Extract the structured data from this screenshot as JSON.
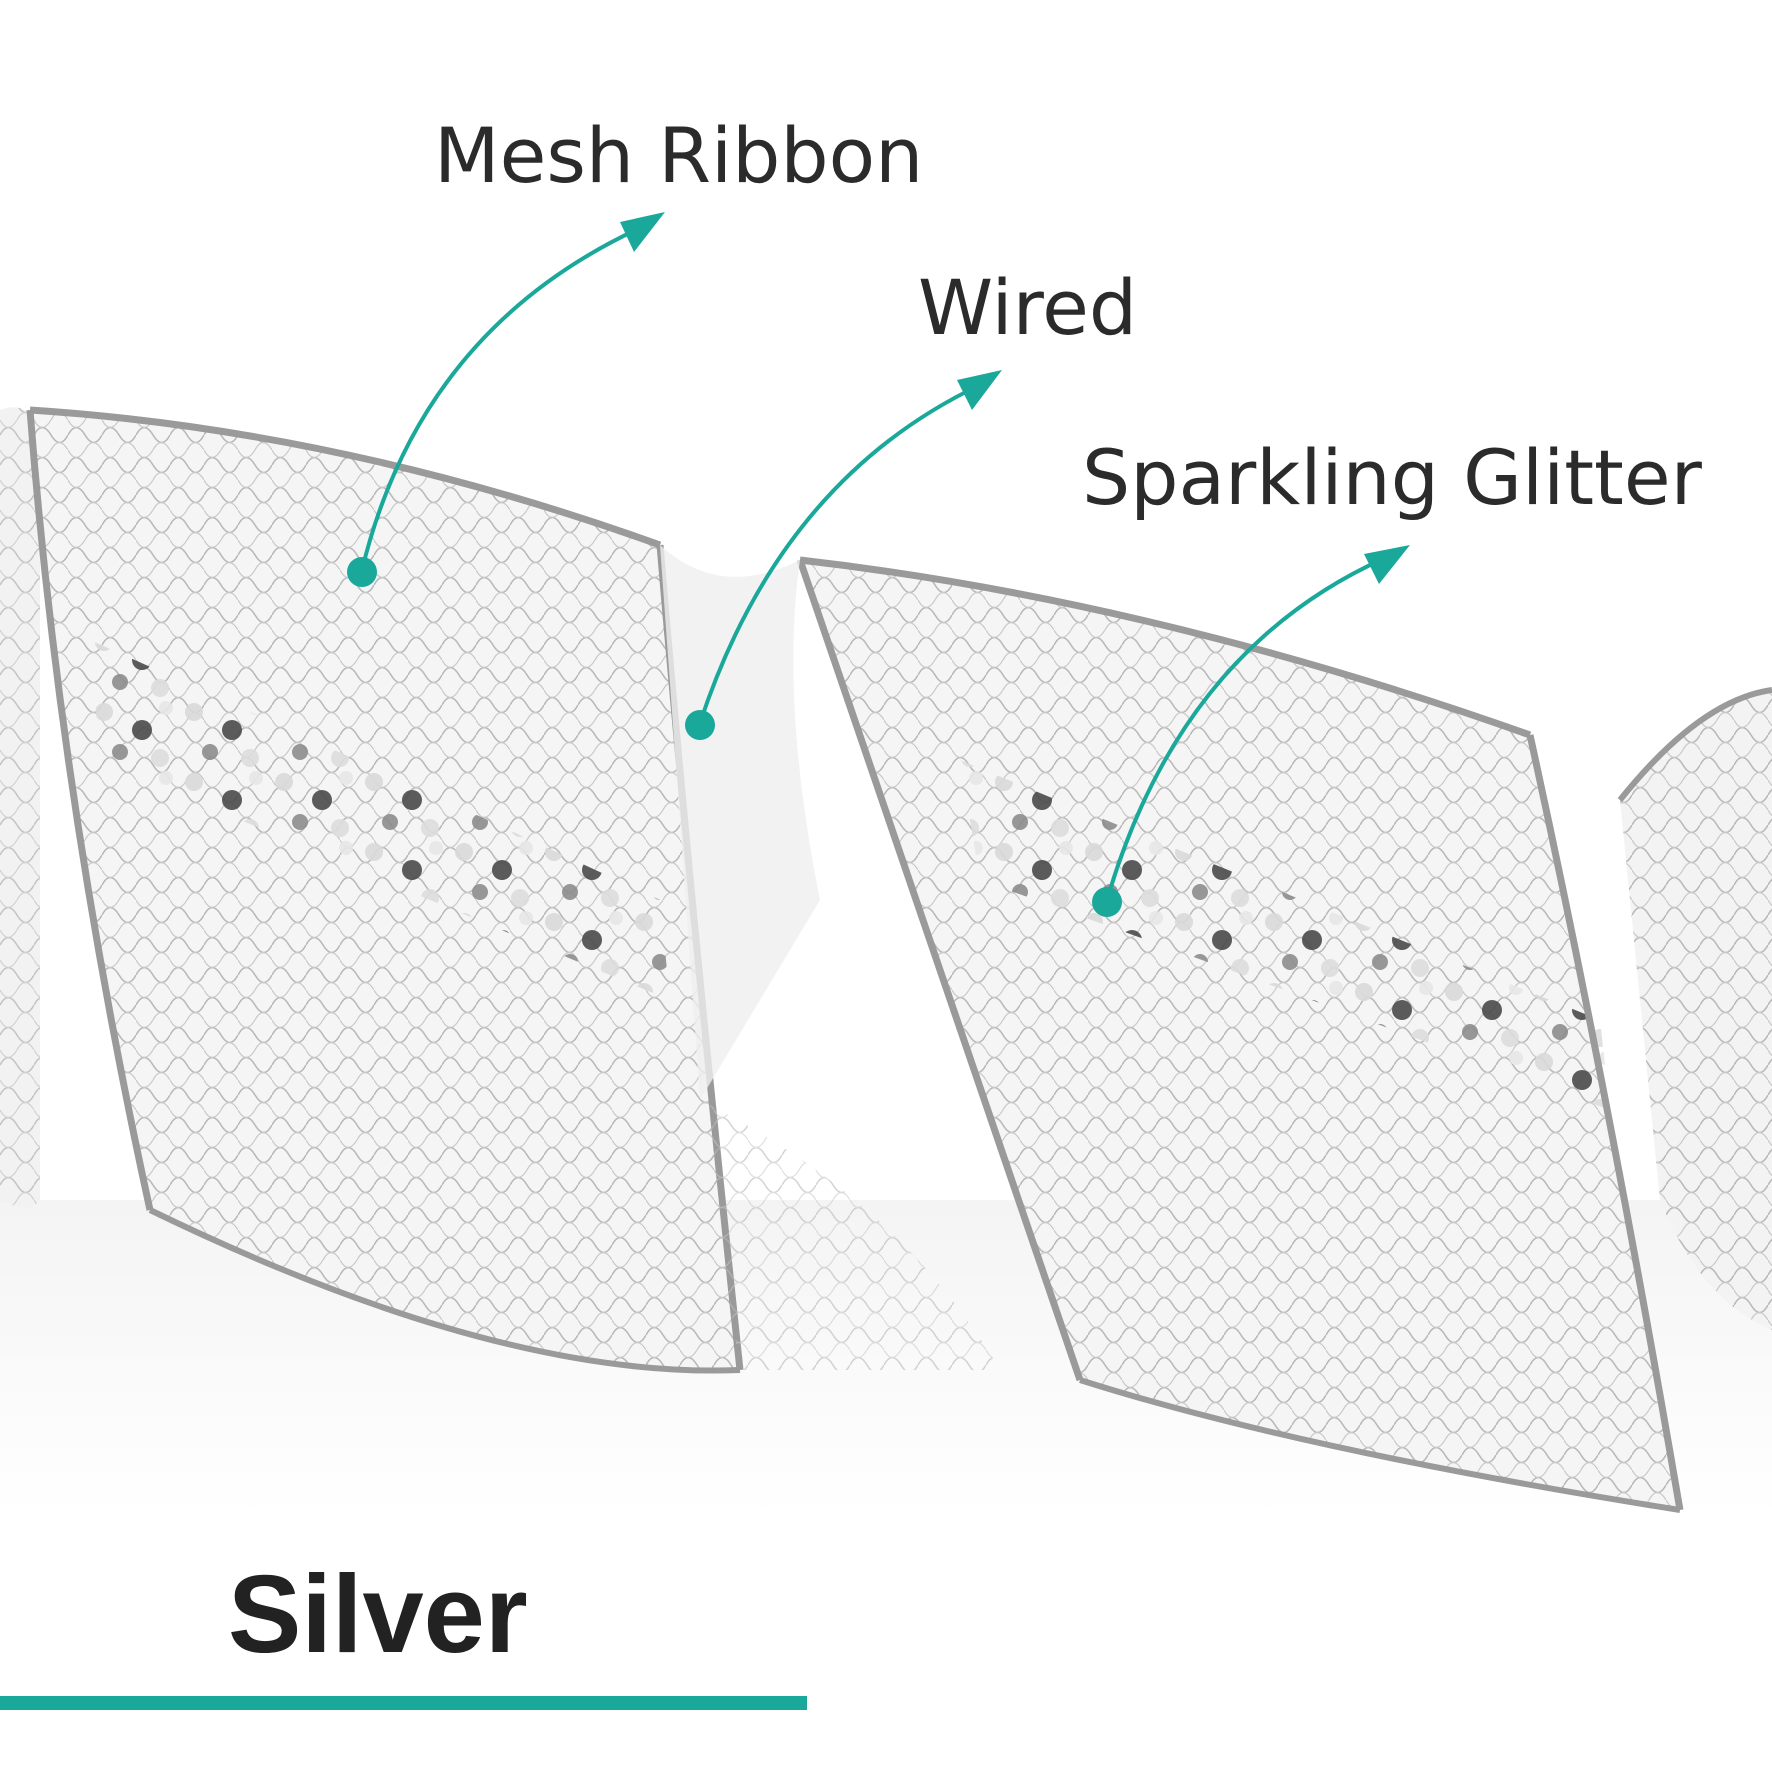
{
  "callouts": {
    "mesh_ribbon": "Mesh Ribbon",
    "wired": "Wired",
    "sparkling_glitter": "Sparkling Glitter"
  },
  "product": {
    "color_name": "Silver"
  },
  "colors": {
    "accent": "#1aa89a",
    "text": "#2b2b2b",
    "ribbon_edge": "#9a9a9a",
    "sequin_dark": "#3a3a3a"
  }
}
